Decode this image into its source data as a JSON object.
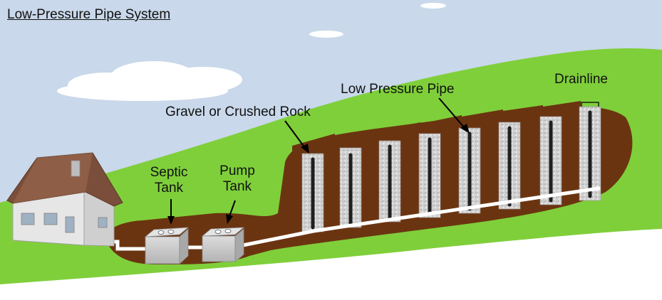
{
  "title": "Low-Pressure Pipe System",
  "labels": {
    "septic_tank_line1": "Septic",
    "septic_tank_line2": "Tank",
    "pump_tank_line1": "Pump",
    "pump_tank_line2": "Tank",
    "gravel": "Gravel or Crushed Rock",
    "low_pressure_pipe": "Low Pressure Pipe",
    "drainline": "Drainline"
  },
  "colors": {
    "sky": "#c9d8ea",
    "grass": "#7fcf3a",
    "soil": "#6b3410",
    "gravel": "#d3d3d3",
    "pipe": "#1f1f1f",
    "house_wall": "#e8e8e8",
    "roof": "#7a4e3a",
    "tank": "#c8c8c8"
  }
}
